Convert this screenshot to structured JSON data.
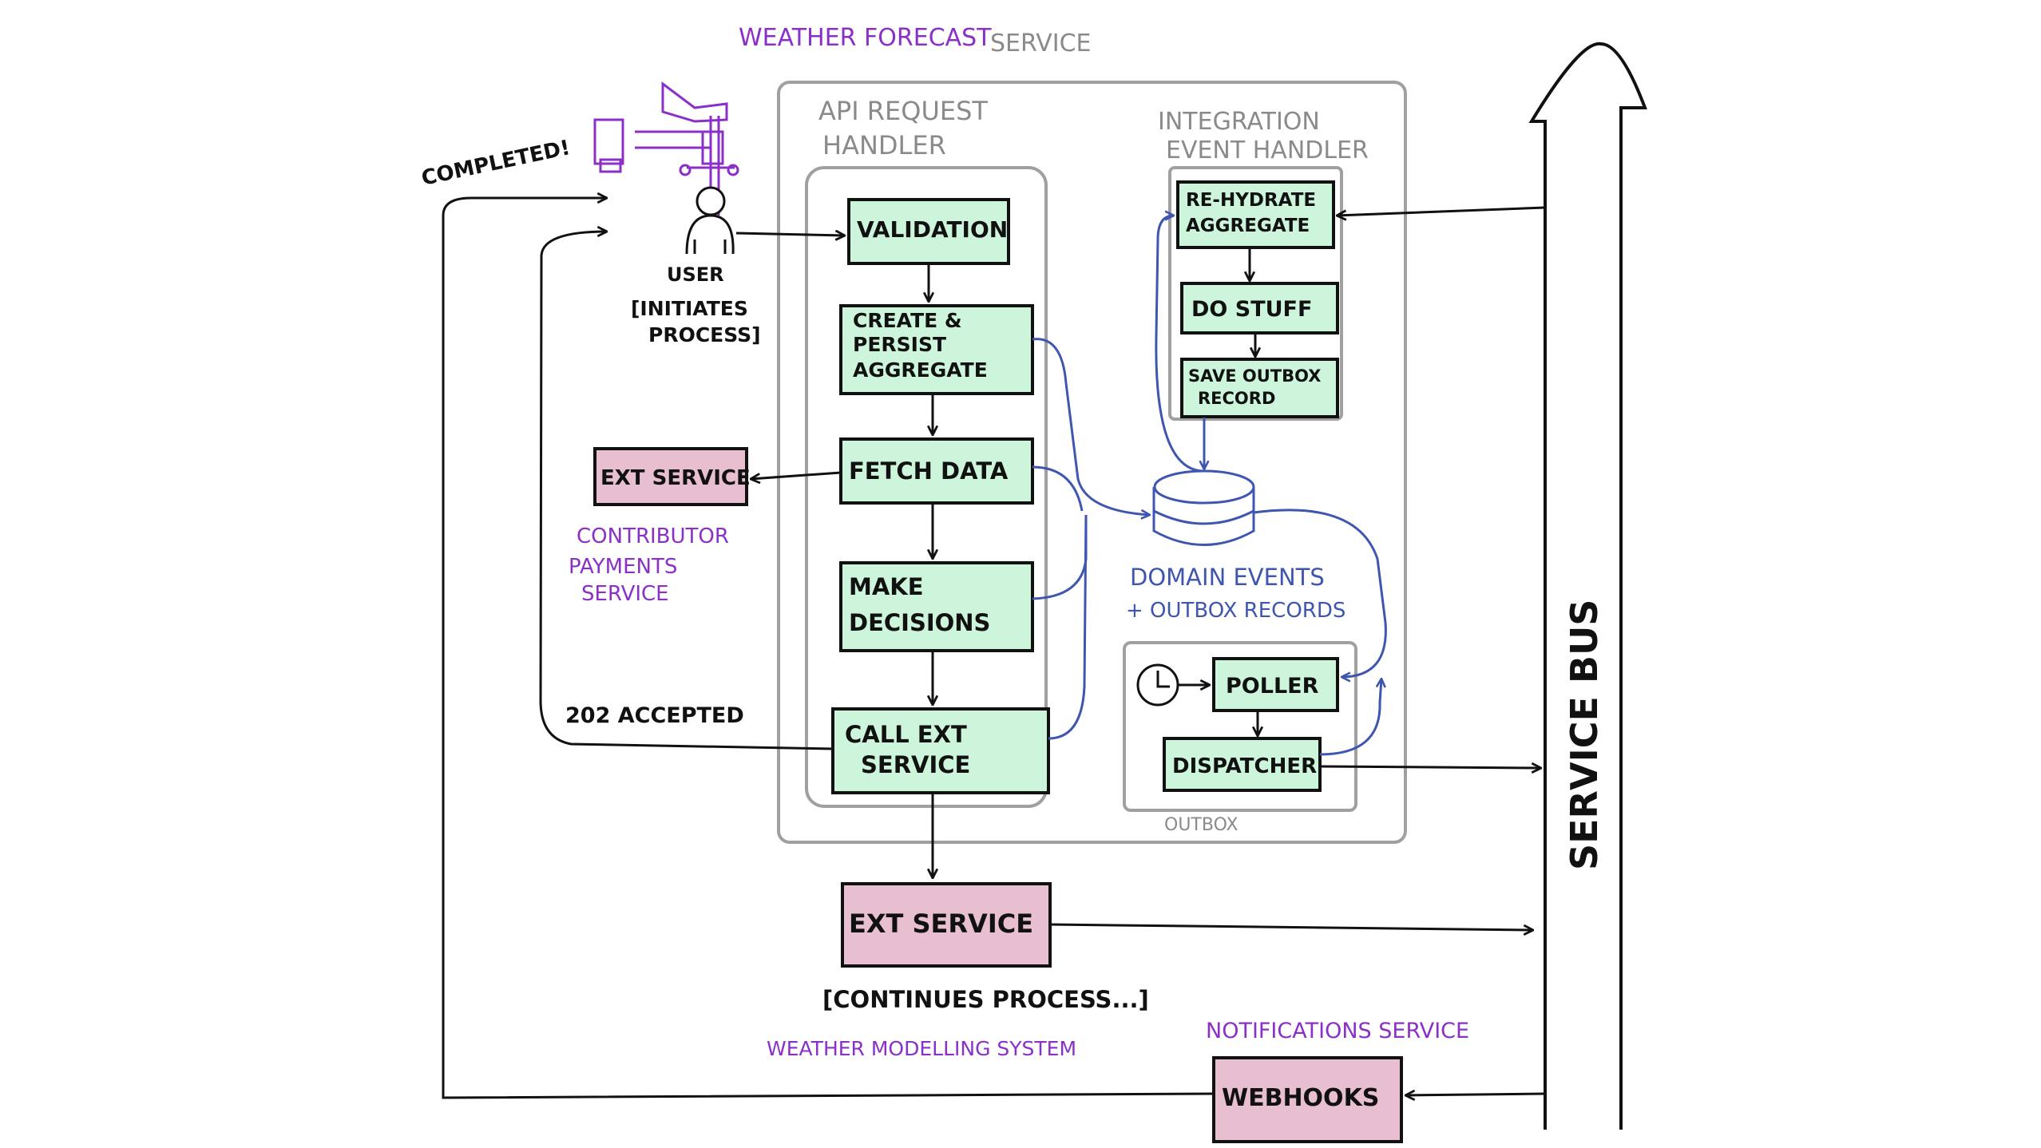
{
  "colors": {
    "ink": "#111111",
    "container": "#a0a0a0",
    "green_fill": "#cdf5dc",
    "pink_fill": "#e7bfd0",
    "purple": "#8b2fc9",
    "blue": "#3f56b0",
    "grey_text": "#8a8a8a"
  },
  "service_titles": {
    "weather_forecast": "WEATHER FORECAST",
    "weather_forecast_suffix": "SERVICE",
    "contributor_payments": [
      "CONTRIBUTOR",
      "PAYMENTS",
      "SERVICE"
    ],
    "weather_modelling": "WEATHER MODELLING SYSTEM",
    "notifications": "NOTIFICATIONS SERVICE"
  },
  "containers": {
    "api_request_handler": [
      "API REQUEST",
      "HANDLER"
    ],
    "integration_event_handler": [
      "INTEGRATION",
      "EVENT HANDLER"
    ],
    "outbox": "OUTBOX"
  },
  "api_steps": {
    "validation": [
      "VALIDATION"
    ],
    "create_persist": [
      "CREATE &",
      "PERSIST",
      "AGGREGATE"
    ],
    "fetch_data": [
      "FETCH DATA"
    ],
    "make_decisions": [
      "MAKE",
      "DECISIONS"
    ],
    "call_ext_service": [
      "CALL  EXT",
      "SERVICE"
    ]
  },
  "integration_steps": {
    "rehydrate": [
      "RE-HYDRATE",
      "AGGREGATE"
    ],
    "do_stuff": [
      "DO STUFF"
    ],
    "save_outbox": [
      "SAVE OUTBOX",
      "RECORD"
    ]
  },
  "outbox_steps": {
    "poller": "POLLER",
    "dispatcher": "DISPATCHER"
  },
  "external": {
    "ext_service_left": "EXT SERVICE",
    "ext_service_bottom": "EXT SERVICE",
    "webhooks": "WEBHOOKS"
  },
  "database": {
    "label": [
      "DOMAIN EVENTS",
      "+ OUTBOX RECORDS"
    ]
  },
  "user": {
    "label": "USER",
    "note": [
      "[INITIATES",
      "PROCESS]"
    ]
  },
  "annotations": {
    "completed": "COMPLETED!",
    "accepted": "202 ACCEPTED",
    "continues": "[CONTINUES PROCESS...]"
  },
  "service_bus": {
    "label": "SERVICE BUS"
  },
  "icons": [
    "weather-station-icon",
    "user-icon",
    "clock-icon",
    "database-icon"
  ]
}
